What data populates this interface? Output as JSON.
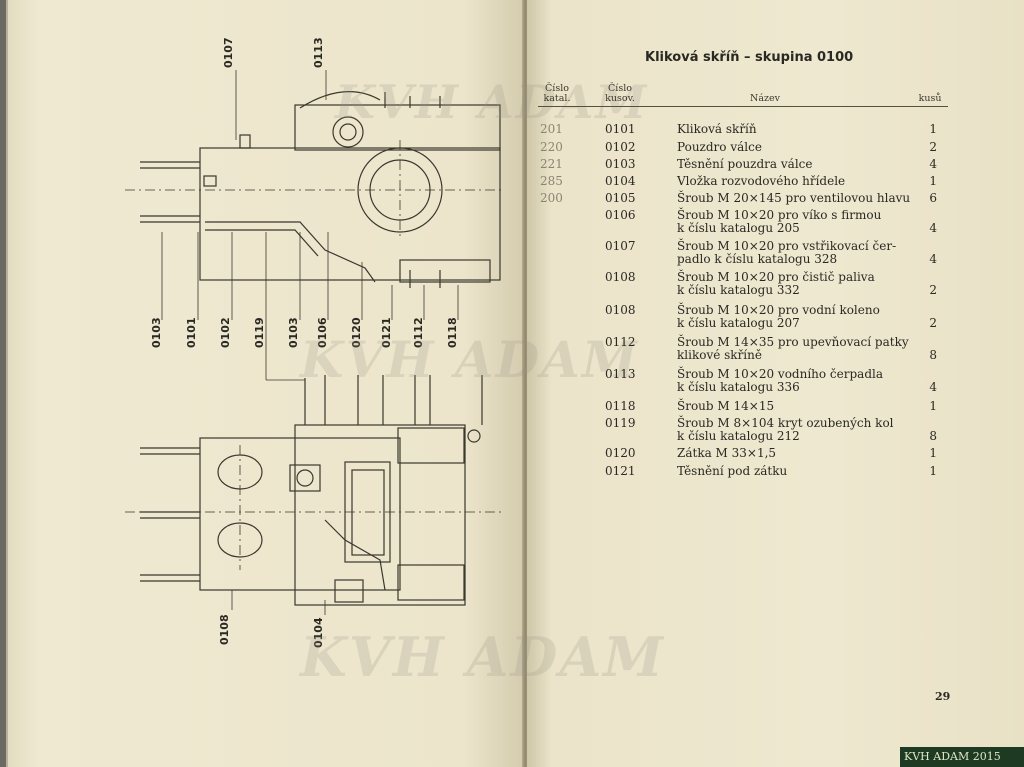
{
  "header": {
    "title": "Kliková skříň – skupina 0100",
    "col_kat": [
      "Číslo",
      "katal."
    ],
    "col_num": [
      "Číslo",
      "kusov."
    ],
    "col_name": "Název",
    "col_qty": "kusů"
  },
  "rows": [
    {
      "kat": "201",
      "num": "0101",
      "name": [
        "Kliková skříň"
      ],
      "qty": "1"
    },
    {
      "kat": "220",
      "num": "0102",
      "name": [
        "Pouzdro válce"
      ],
      "qty": "2"
    },
    {
      "kat": "221",
      "num": "0103",
      "name": [
        "Těsnění pouzdra válce"
      ],
      "qty": "4"
    },
    {
      "kat": "285",
      "num": "0104",
      "name": [
        "Vložka rozvodového hřídele"
      ],
      "qty": "1"
    },
    {
      "kat": "200",
      "num": "0105",
      "name": [
        "Šroub M 20×145 pro ventilovou hlavu"
      ],
      "qty": "6"
    },
    {
      "kat": "",
      "num": "0106",
      "name": [
        "Šroub M 10×20 pro víko s firmou",
        "k číslu katalogu 205"
      ],
      "qty": "4"
    },
    {
      "kat": "",
      "num": "0107",
      "name": [
        "Šroub M 10×20 pro vstřikovací čer-",
        "padlo k číslu katalogu 328"
      ],
      "qty": "4"
    },
    {
      "kat": "",
      "num": "0108",
      "name": [
        "Šroub M 10×20 pro čistič paliva",
        "k číslu katalogu 332"
      ],
      "qty": "2"
    },
    {
      "kat": "",
      "num": "0108",
      "name": [
        "Šroub M 10×20 pro vodní koleno",
        "k číslu katalogu 207"
      ],
      "qty": "2"
    },
    {
      "kat": "",
      "num": "0112",
      "name": [
        "Šroub M 14×35 pro upevňovací patky",
        "klikové skříně"
      ],
      "qty": "8"
    },
    {
      "kat": "",
      "num": "0113",
      "name": [
        "Šroub M 10×20 vodního čerpadla",
        "k číslu katalogu 336"
      ],
      "qty": "4"
    },
    {
      "kat": "",
      "num": "0118",
      "name": [
        "Šroub M 14×15"
      ],
      "qty": "1"
    },
    {
      "kat": "",
      "num": "0119",
      "name": [
        "Šroub M 8×104 kryt ozubených kol",
        "k číslu katalogu 212"
      ],
      "qty": "8"
    },
    {
      "kat": "",
      "num": "0120",
      "name": [
        "Zátka M 33×1,5"
      ],
      "qty": "1"
    },
    {
      "kat": "",
      "num": "0121",
      "name": [
        "Těsnění pod zátku"
      ],
      "qty": "1"
    }
  ],
  "page_number": "29",
  "stamp": "KVH ADAM 2015",
  "watermark": "KVH ADAM",
  "drawing_labels_top": [
    "0107",
    "0113"
  ],
  "drawing_labels_mid": [
    "0103",
    "0101",
    "0102",
    "0119",
    "0103",
    "0106",
    "0120",
    "0121",
    "0112",
    "0118"
  ],
  "drawing_labels_bottom": [
    "0108",
    "0104"
  ]
}
